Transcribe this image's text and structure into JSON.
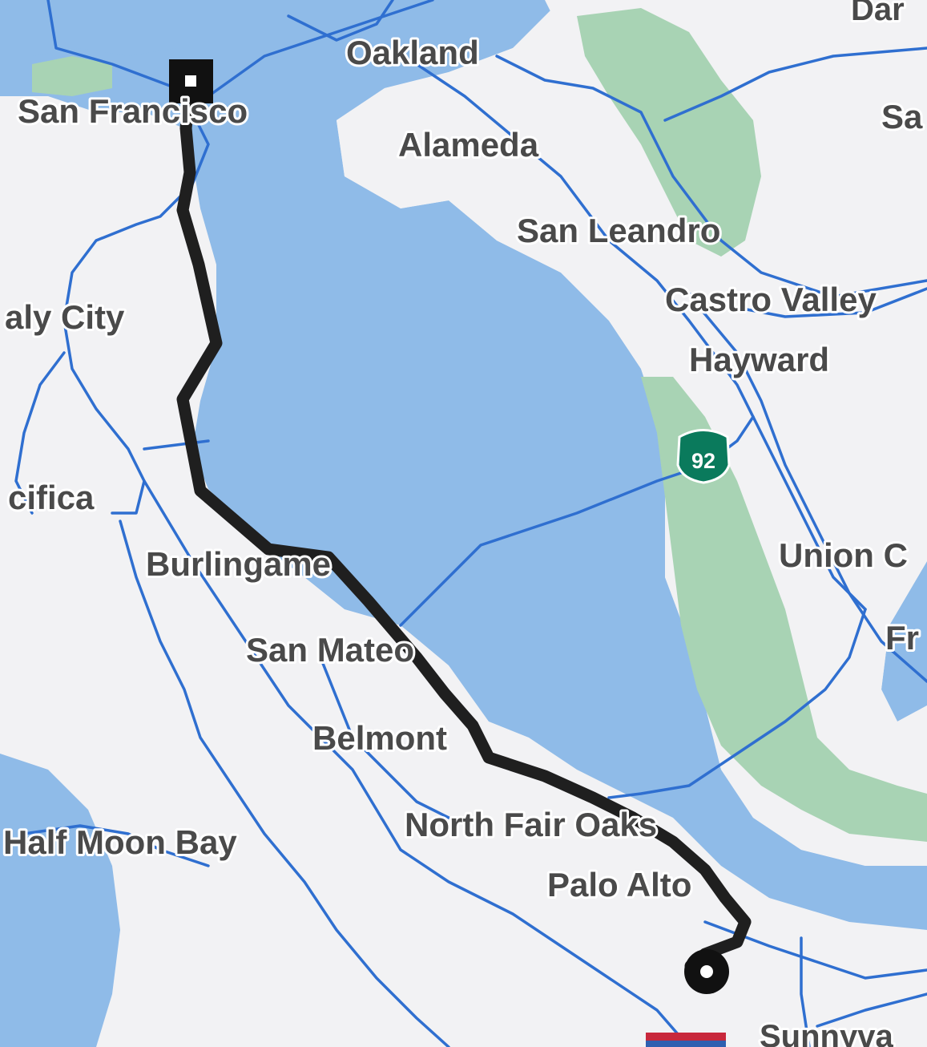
{
  "map": {
    "colors": {
      "water": "#8fbbe8",
      "land": "#f2f2f4",
      "park": "#a8d3b4",
      "road": "#2f6fd0",
      "route": "#1f1f1f",
      "shield": "#0a7a5c",
      "label": "#4a4a4a"
    },
    "labels": {
      "dar": "Dar",
      "oakland": "Oakland",
      "san_francisco": "San Francisco",
      "sa": "Sa",
      "alameda": "Alameda",
      "san_leandro": "San Leandro",
      "castro_valley": "Castro Valley",
      "daly_city": "aly City",
      "hayward": "Hayward",
      "pacifica": "cifica",
      "union_city": "Union C",
      "burlingame": "Burlingame",
      "fr": "Fr",
      "san_mateo": "San Mateo",
      "belmont": "Belmont",
      "north_fair_oaks": "North Fair Oaks",
      "half_moon_bay": "Half Moon Bay",
      "palo_alto": "Palo Alto",
      "sunnyvale": "Sunnyva"
    },
    "route_shield": "92",
    "markers": {
      "origin": "square-stop-marker",
      "destination": "circle-origin-marker"
    }
  }
}
